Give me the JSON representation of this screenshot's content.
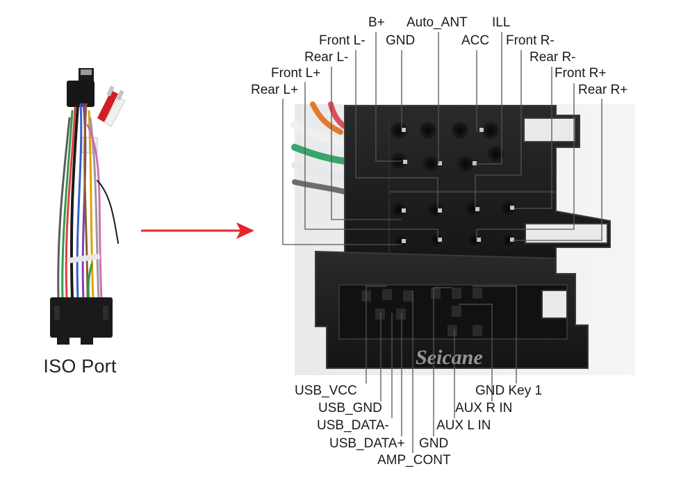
{
  "caption": "ISO Port",
  "watermark": "Seicane",
  "colors": {
    "arrow": "#e8262a",
    "connector": "#1c1c1e",
    "connector_edge": "#3a3a3c",
    "pin": "#c8c8c8",
    "leader": "#555555",
    "background": "#ffffff"
  },
  "top_labels": [
    {
      "id": "b-plus",
      "text": "B+"
    },
    {
      "id": "auto-ant",
      "text": "Auto_ANT"
    },
    {
      "id": "ill",
      "text": "ILL"
    },
    {
      "id": "front-l-minus",
      "text": "Front L-"
    },
    {
      "id": "gnd-top",
      "text": "GND"
    },
    {
      "id": "acc",
      "text": "ACC"
    },
    {
      "id": "front-r-minus",
      "text": "Front R-"
    },
    {
      "id": "rear-l-minus",
      "text": "Rear L-"
    },
    {
      "id": "rear-r-minus",
      "text": "Rear R-"
    },
    {
      "id": "front-l-plus",
      "text": "Front L+"
    },
    {
      "id": "front-r-plus",
      "text": "Front R+"
    },
    {
      "id": "rear-l-plus",
      "text": "Rear L+"
    },
    {
      "id": "rear-r-plus",
      "text": "Rear R+"
    }
  ],
  "bottom_labels": [
    {
      "id": "gnd-key1",
      "text": "GND Key 1"
    },
    {
      "id": "usb-vcc",
      "text": "USB_VCC"
    },
    {
      "id": "aux-r-in",
      "text": "AUX R IN"
    },
    {
      "id": "usb-gnd",
      "text": "USB_GND"
    },
    {
      "id": "usb-data-minus",
      "text": "USB_DATA-"
    },
    {
      "id": "aux-l-in",
      "text": "AUX L IN"
    },
    {
      "id": "usb-data-plus",
      "text": "USB_DATA+"
    },
    {
      "id": "gnd-bottom",
      "text": "GND"
    },
    {
      "id": "amp-cont",
      "text": "AMP_CONT"
    }
  ]
}
